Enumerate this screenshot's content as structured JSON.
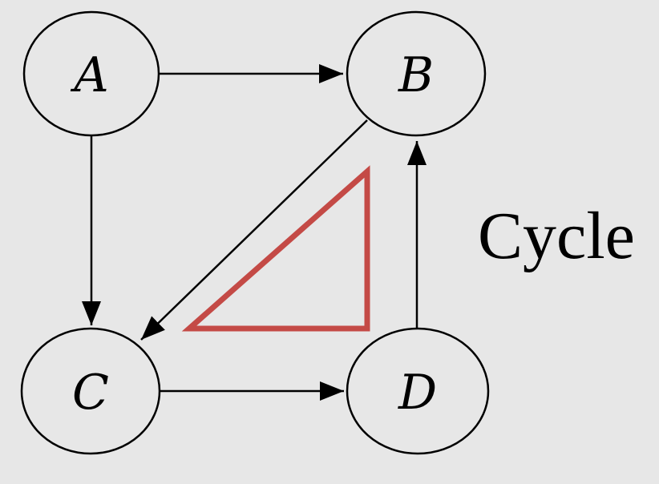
{
  "diagram": {
    "nodes": [
      {
        "id": "A",
        "label": "A"
      },
      {
        "id": "B",
        "label": "B"
      },
      {
        "id": "C",
        "label": "C"
      },
      {
        "id": "D",
        "label": "D"
      }
    ],
    "edges": [
      {
        "from": "A",
        "to": "B"
      },
      {
        "from": "A",
        "to": "C"
      },
      {
        "from": "B",
        "to": "C"
      },
      {
        "from": "C",
        "to": "D"
      },
      {
        "from": "D",
        "to": "B"
      }
    ],
    "cycle_label": "Cycle",
    "colors": {
      "background": "#e7e7e7",
      "stroke": "#000000",
      "cycle_marker": "#c44a46"
    }
  }
}
